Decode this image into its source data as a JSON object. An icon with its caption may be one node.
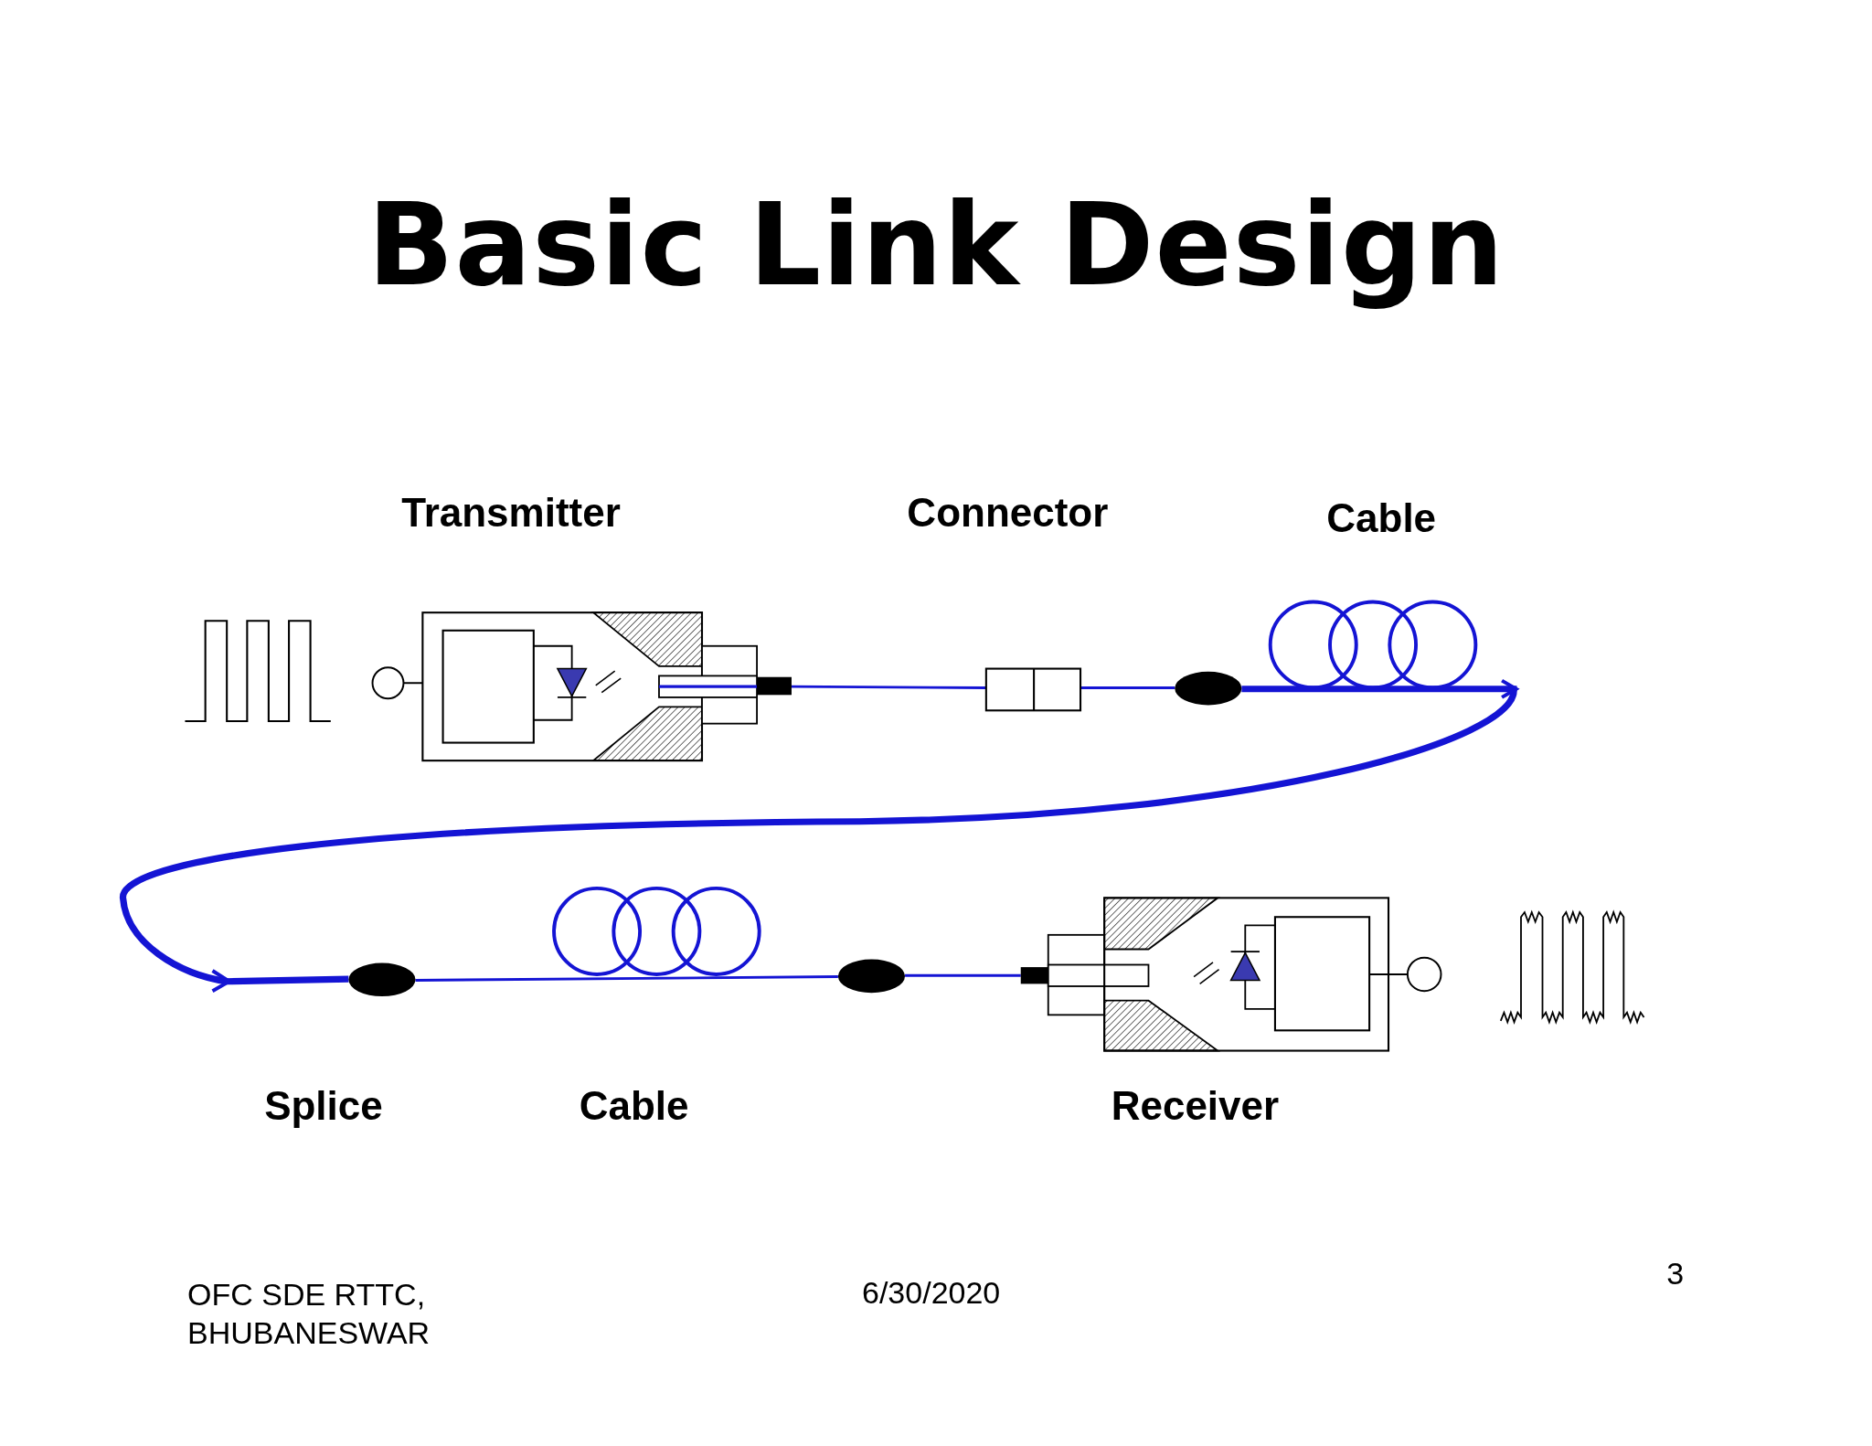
{
  "diagram": {
    "title": "Basic Link Design",
    "nodes": [
      {
        "text": [],
        "shape": "box",
        "beside": [
          "Transmitter"
        ]
      },
      {
        "text": [],
        "shape": "box",
        "beside": [
          "Connector"
        ]
      },
      {
        "text": [],
        "shape": "ellipse"
      },
      {
        "text": [],
        "shape": "ellipse",
        "beside": [
          "Splice"
        ]
      },
      {
        "text": [],
        "shape": "ellipse"
      },
      {
        "text": [],
        "shape": "box",
        "beside": [
          "Receiver"
        ]
      }
    ],
    "edges": [
      {
        "from": 0,
        "to": 1,
        "arrow": "none"
      },
      {
        "from": 1,
        "to": 2,
        "arrow": "none"
      },
      {
        "from": 2,
        "to": 3,
        "arrow": "to",
        "style": "thick"
      },
      {
        "from": 3,
        "to": 4,
        "arrow": "none"
      },
      {
        "from": 4,
        "to": 5,
        "arrow": "none"
      }
    ],
    "labels": [
      "Cable",
      "Cable",
      "3",
      "OFC SDE RTTC, BHUBANESWAR",
      "6/30/2020"
    ]
  }
}
